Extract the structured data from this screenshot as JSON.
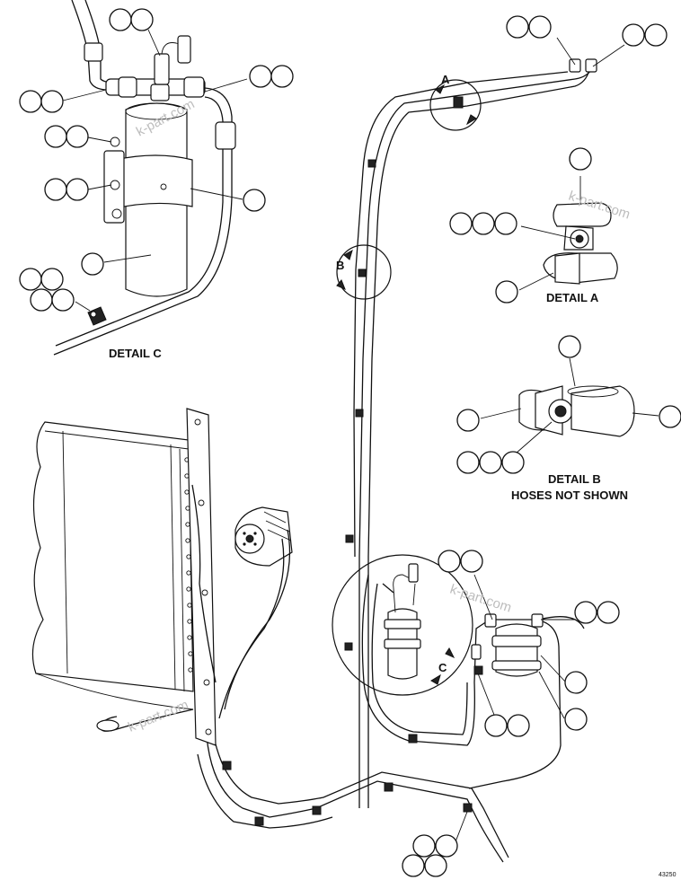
{
  "labels": {
    "detail_a": "DETAIL A",
    "detail_b": "DETAIL B",
    "hoses_not_shown": "HOSES NOT SHOWN",
    "detail_c": "DETAIL C",
    "view_a": "A",
    "view_b": "B",
    "view_c": "C",
    "figure_number": "43250"
  },
  "watermark": "k-part.com",
  "colors": {
    "line": "#111111",
    "watermark": "#bdbdbd"
  }
}
